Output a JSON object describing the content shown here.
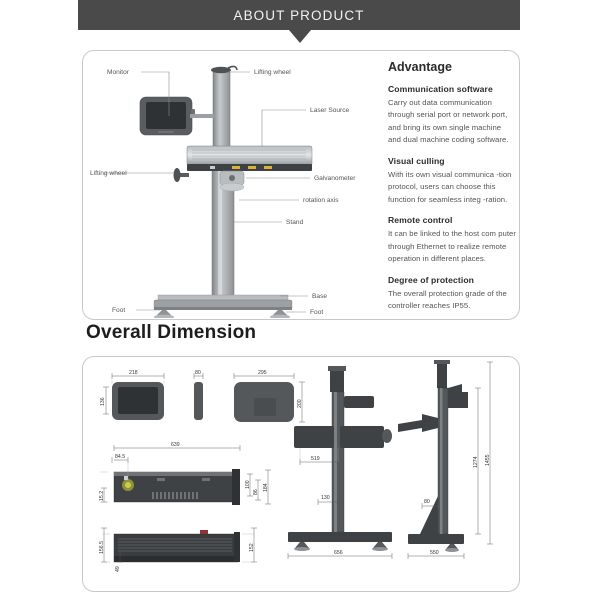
{
  "banner": {
    "title": "ABOUT PRODUCT"
  },
  "sections": {
    "overall_dimension_title": "Overall Dimension"
  },
  "advantage": {
    "heading": "Advantage",
    "items": [
      {
        "title": "Communication software",
        "body": "Carry out data communication through serial port or network port, and bring its own single machine and dual machine coding software."
      },
      {
        "title": "Visual culling",
        "body": "With its own visual communica -tion protocol, users can choose this function for seamless integ -ration."
      },
      {
        "title": "Remote control",
        "body": "It can be linked to the host com puter through Ethernet to realize remote operation in different places."
      },
      {
        "title": "Degree of protection",
        "body": "The overall protection grade of the controller reaches IP55."
      }
    ]
  },
  "machine_labels": {
    "monitor": "Monitor",
    "lifting_wheel_top": "Lifting wheel",
    "lifting_wheel_left": "Lifting wheel",
    "laser_source": "Laser  Source",
    "galvanometer": "Galvanometer",
    "rotation_axis": "rotation axis",
    "stand": "Stand",
    "base": "Base",
    "foot_left": "Foot",
    "foot_right": "Foot"
  },
  "dimensions": {
    "monitor_front_width": "218",
    "monitor_front_height": "136",
    "monitor_side_width": "80",
    "monitor_back_width": "295",
    "monitor_back_height": "200",
    "laser_top_width": "639",
    "laser_top_offset": "84.5",
    "laser_top_inner": "100",
    "laser_top_inner2": "86",
    "laser_top_depth": "184",
    "laser_top_small": "15.2",
    "laser_side_height": "156.5",
    "laser_side_width": "152",
    "laser_side_small": "49",
    "stand_arm": "519",
    "stand_mid": "130",
    "stand_base_width": "656",
    "stand_height_inner": "1274",
    "stand_height_total": "1455",
    "stand_offset": "80",
    "stand_base_depth": "550"
  },
  "colors": {
    "banner_bg": "#4a4a4a",
    "panel_border": "#c9c9c9",
    "text_dark": "#2b2b2b",
    "text_body": "#555555",
    "metal_light": "#cfd2d4",
    "metal_mid": "#a9adb0",
    "metal_dark": "#7d8184",
    "device_dark": "#4f5254"
  }
}
